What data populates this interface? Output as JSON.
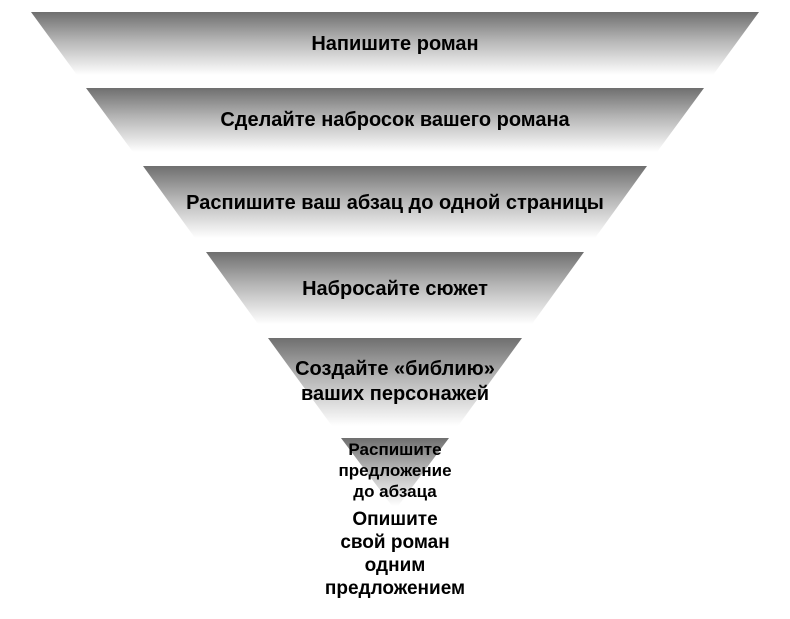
{
  "diagram": {
    "type": "inverted-funnel",
    "levels": [
      {
        "id": 1,
        "lines": {
          "0": "Напишите роман"
        }
      },
      {
        "id": 2,
        "lines": {
          "0": "Сделайте набросок вашего романа"
        }
      },
      {
        "id": 3,
        "lines": {
          "0": "Распишите ваш абзац до одной страницы"
        }
      },
      {
        "id": 4,
        "lines": {
          "0": "Набросайте сюжет"
        }
      },
      {
        "id": 5,
        "lines": {
          "0": "Создайте «библию»",
          "1": "ваших персонажей"
        }
      },
      {
        "id": 6,
        "lines": {
          "0": "Распишите",
          "1": "предложение",
          "2": "до абзаца"
        }
      },
      {
        "id": 7,
        "lines": {
          "0": "Опишите",
          "1": "свой роман",
          "2": "одним",
          "3": "предложением"
        }
      }
    ],
    "colors": {
      "gradient_top": "#6f6f6f",
      "gradient_mid": "#b5b5b5",
      "gradient_bottom": "#ffffff",
      "text": "#000000",
      "background": "#ffffff"
    }
  }
}
